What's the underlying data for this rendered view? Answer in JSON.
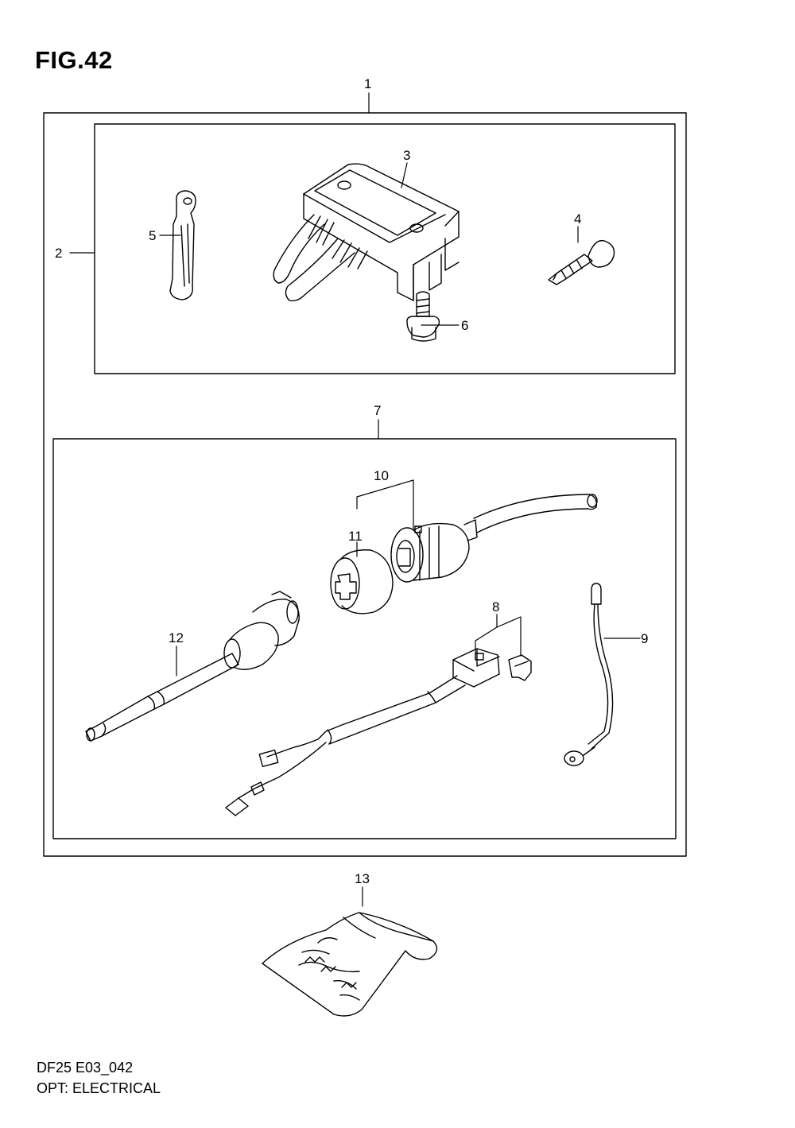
{
  "figure": {
    "title": "FIG.42"
  },
  "callouts": {
    "c1": "1",
    "c2": "2",
    "c3": "3",
    "c4": "4",
    "c5": "5",
    "c6": "6",
    "c7": "7",
    "c8": "8",
    "c9": "9",
    "c10": "10",
    "c11": "11",
    "c12": "12",
    "c13": "13"
  },
  "footer": {
    "code": "DF25 E03_042",
    "caption": "OPT: ELECTRICAL"
  }
}
